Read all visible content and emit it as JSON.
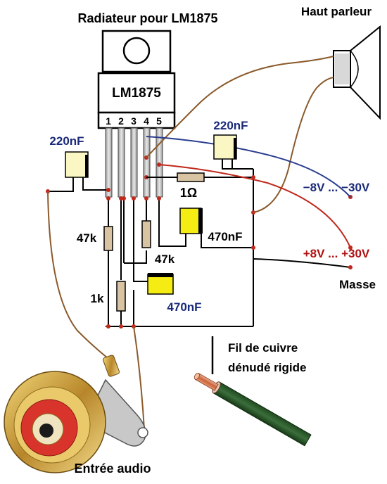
{
  "title": "Radiateur pour LM1875",
  "chip": {
    "name": "LM1875",
    "pins": [
      "1",
      "2",
      "3",
      "4",
      "5"
    ]
  },
  "labels": {
    "speaker": "Haut parleur",
    "cap_in": "220nF",
    "cap_top": "220nF",
    "res_1ohm": "1Ω",
    "cap_470_right": "470nF",
    "res_47k_left": "47k",
    "res_47k_right": "47k",
    "res_1k": "1k",
    "cap_470_bottom": "470nF",
    "neg_supply": "−8V ... −30V",
    "pos_supply": "+8V ... +30V",
    "ground": "Masse",
    "wire_note_line1": "Fil de cuivre",
    "wire_note_line2": "dénudé rigide",
    "audio_input": "Entrée audio"
  },
  "colors": {
    "label_blue": "#1a2a7a",
    "label_red": "#b01010",
    "wire_brown": "#8a5a2b",
    "wire_blue": "#2a3d8f",
    "wire_red": "#c0281c",
    "cap_yellow": "#f4ec12",
    "cap_pale": "#fbf7c4",
    "resistor_tan": "#d8c3a2",
    "rca_gold": "#c8a23a",
    "rca_red": "#d8342c"
  },
  "icons": [
    "speaker-icon",
    "rca-jack-icon",
    "copper-wire-icon"
  ]
}
